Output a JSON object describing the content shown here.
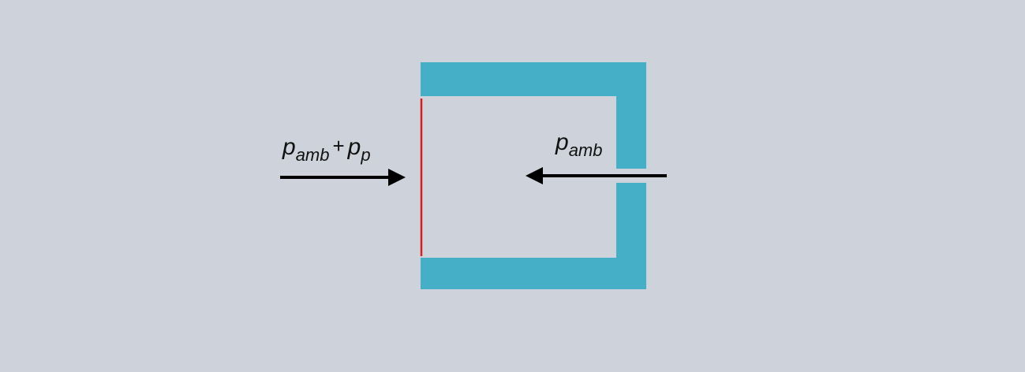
{
  "labels": {
    "left": {
      "base": "p",
      "sub": "amb",
      "plus": "+",
      "base2": "p",
      "sub2": "p"
    },
    "right": {
      "base": "p",
      "sub": "amb"
    }
  },
  "colors": {
    "background": "#ced2da",
    "wall": "#45afc8",
    "membrane": "#d42020",
    "arrow": "#000000"
  }
}
